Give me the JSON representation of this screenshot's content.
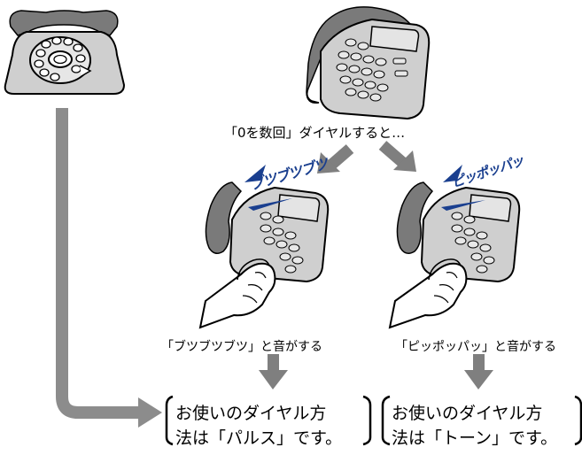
{
  "intro": "「0を数回」ダイヤルすると…",
  "left_branch": {
    "sound": "ブツブツブツ",
    "caption": "「ブツブツブツ」と音がする",
    "result_line1": "お使いのダイヤル方",
    "result_line2": "法は「パルス」です。"
  },
  "right_branch": {
    "sound": "ピッポッパッ",
    "caption": "「ピッポッパッ」と音がする",
    "result_line1": "お使いのダイヤル方",
    "result_line2": "法は「トーン」です。"
  },
  "colors": {
    "phone_fill": "#cfcfcf",
    "phone_dark": "#7a7a7a",
    "arrow_gray": "#8c8c8c",
    "sound_blue": "#1a3f8f",
    "lcd_fill": "#e4e4e4"
  },
  "icons": [
    "rotary-phone-icon",
    "pushbutton-phone-icon",
    "hand-icon",
    "arrow-down-icon"
  ]
}
